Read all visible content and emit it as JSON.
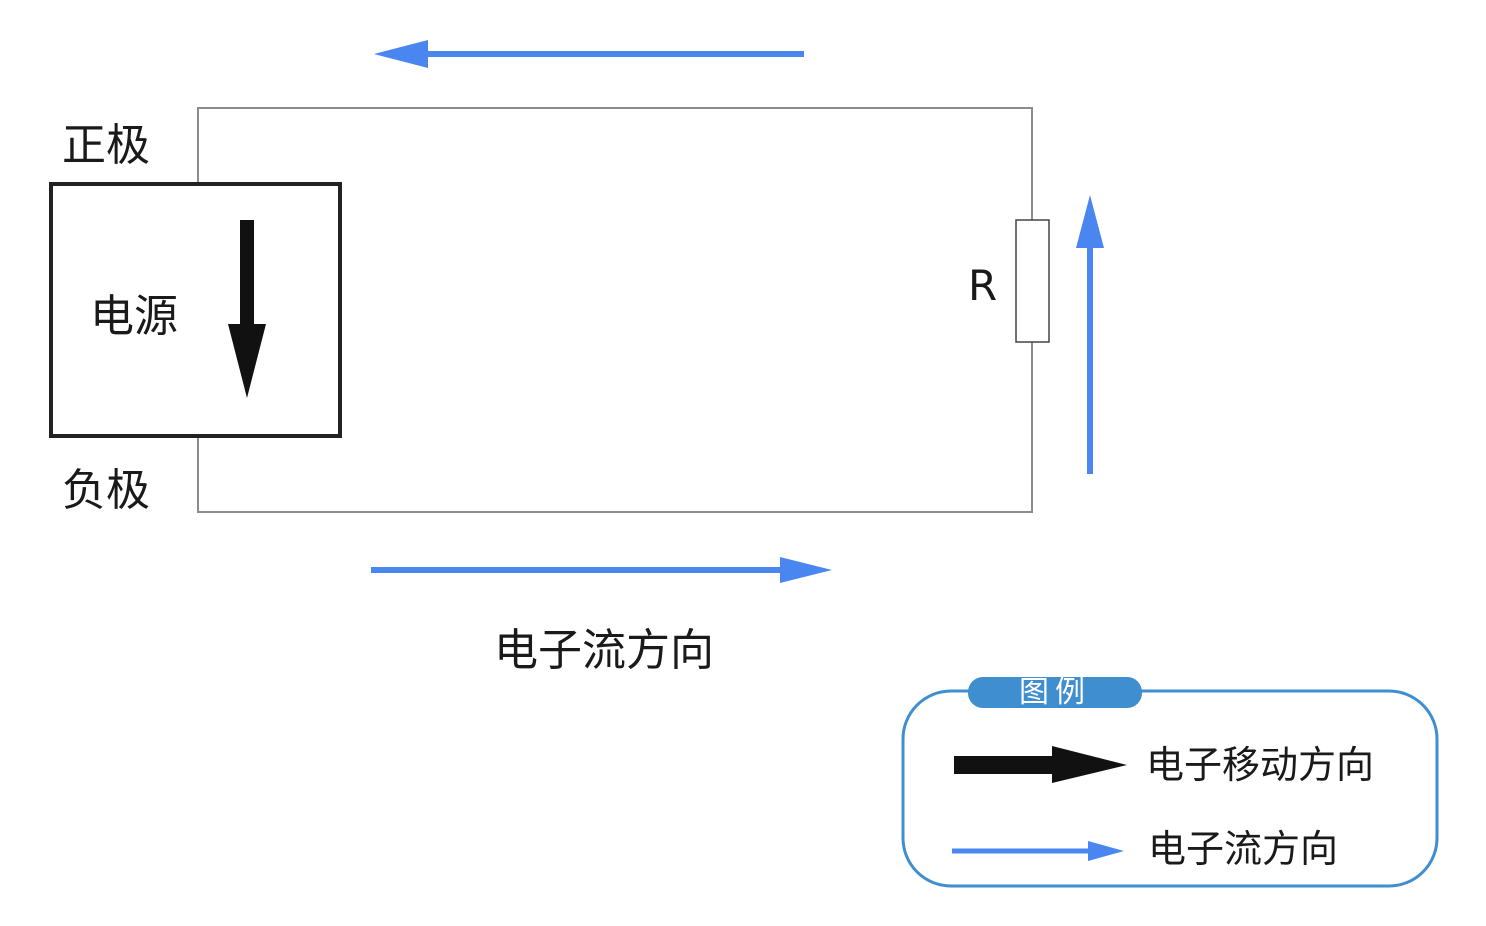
{
  "diagram": {
    "type": "circuit",
    "power_source": {
      "label": "电源",
      "positive_terminal_label": "正极",
      "negative_terminal_label": "负极",
      "internal_arrow": "down"
    },
    "resistor": {
      "label": "R"
    },
    "flow_arrows": [
      {
        "position": "top",
        "direction": "left"
      },
      {
        "position": "right",
        "direction": "up"
      },
      {
        "position": "bottom",
        "direction": "right"
      }
    ],
    "flow_caption": "电子流方向"
  },
  "legend": {
    "title": "图例",
    "items": [
      {
        "style": "thick-black-arrow",
        "label": "电子移动方向"
      },
      {
        "style": "thin-blue-arrow",
        "label": "电子流方向"
      }
    ]
  },
  "colors": {
    "wire": "#8c8c8c",
    "flow_arrow": "#4a86f0",
    "electron_arrow": "#111111",
    "legend_border": "#3f8ed0",
    "legend_title_bg": "#3f8ed0",
    "legend_title_text": "#ffffff",
    "text": "#1a1a1a"
  }
}
